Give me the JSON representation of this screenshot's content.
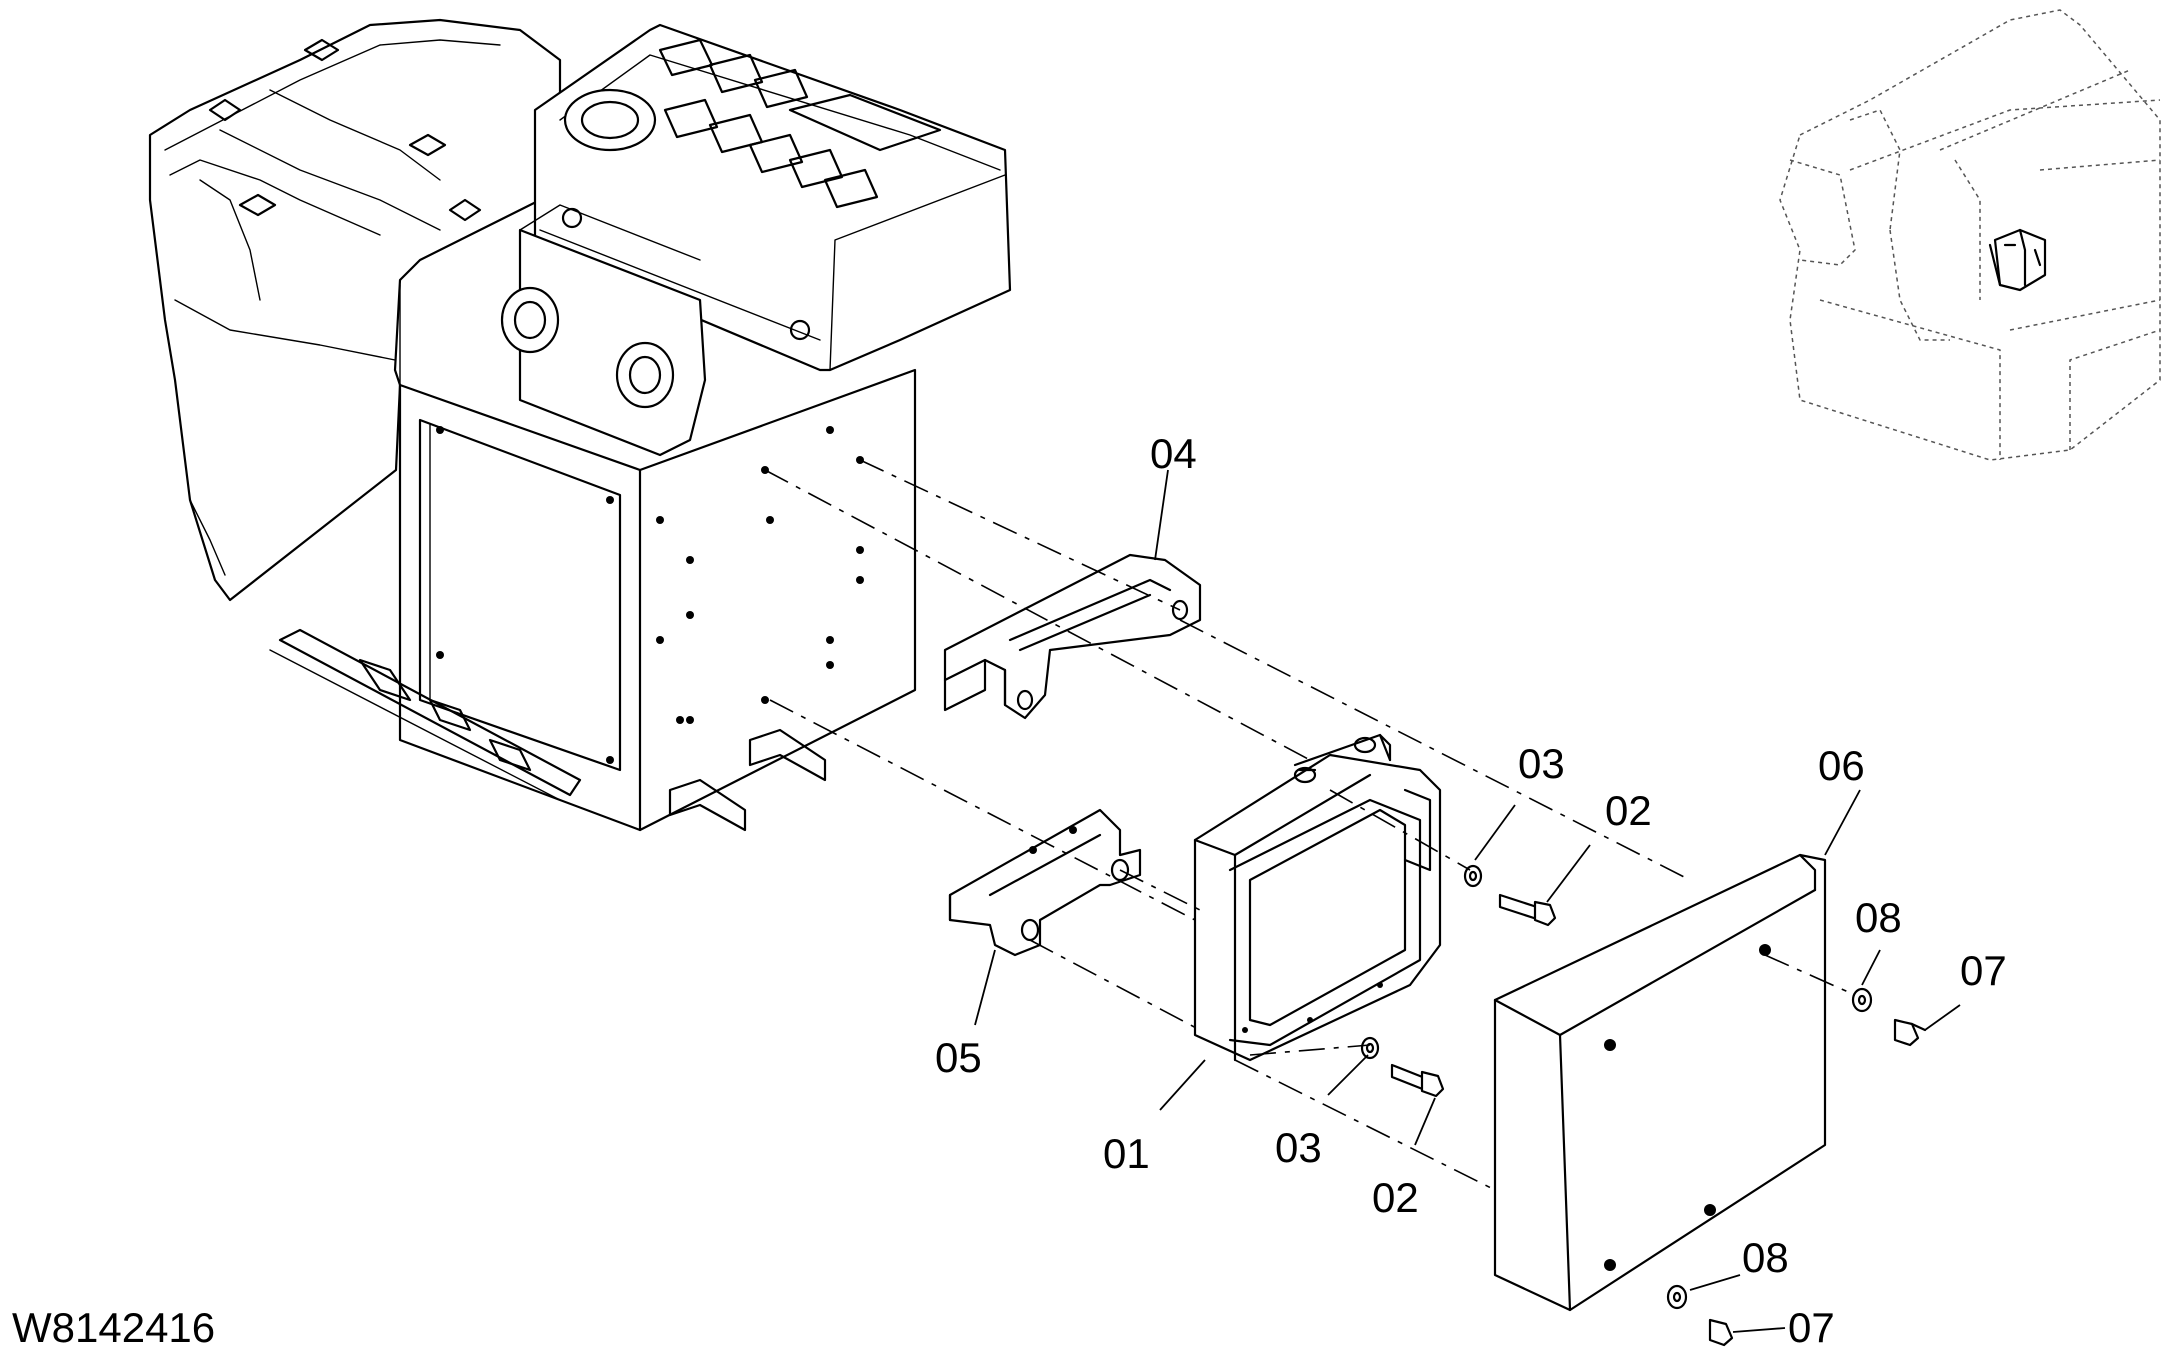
{
  "drawing_id": "W8142416",
  "callouts": {
    "c01": "01",
    "c02a": "02",
    "c02b": "02",
    "c03a": "03",
    "c03b": "03",
    "c04": "04",
    "c05": "05",
    "c06": "06",
    "c07a": "07",
    "c07b": "07",
    "c08a": "08",
    "c08b": "08"
  }
}
